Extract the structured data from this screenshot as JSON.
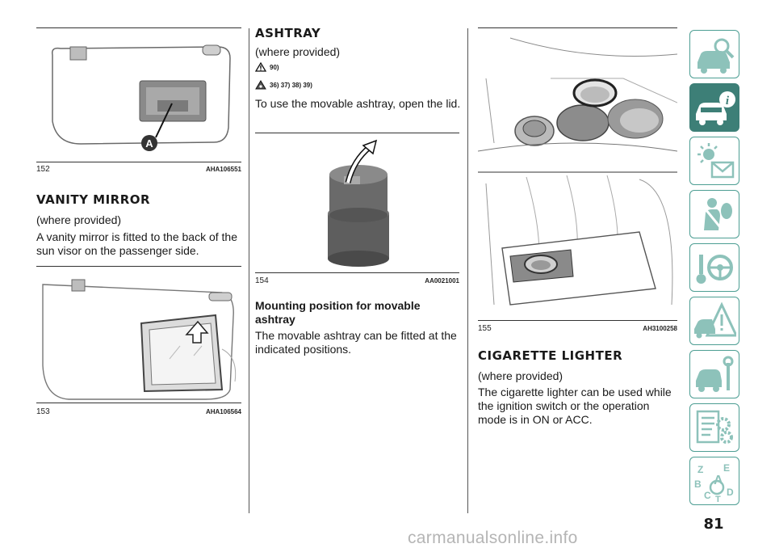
{
  "figures": {
    "f152": {
      "num": "152",
      "code": "AHA106551",
      "callout": "A"
    },
    "f153": {
      "num": "153",
      "code": "AHA106564"
    },
    "f154": {
      "num": "154",
      "code": "AA0021001"
    },
    "f155": {
      "num": "155",
      "code": "AH3100258"
    }
  },
  "vanity": {
    "heading": "VANITY MIRROR",
    "where": "(where provided)",
    "text": "A vanity mirror is fitted to the back of the sun visor on the passenger side."
  },
  "ashtray": {
    "heading": "ASHTRAY",
    "where": "(where provided)",
    "warn1": "90)",
    "warn2": "36) 37) 38) 39)",
    "text": "To use the movable ashtray, open the lid.",
    "mount_heading": "Mounting position for movable ashtray",
    "mount_text": "The movable ashtray can be fitted at the indicated positions."
  },
  "lighter": {
    "heading": "CIGARETTE LIGHTER",
    "where": "(where provided)",
    "text": "The cigarette lighter can be used while the ignition switch or the operation mode is in ON or ACC."
  },
  "page_number": "81",
  "watermark": "carmanualsonline.info",
  "colors": {
    "tab_border": "#4d9e93",
    "tab_active": "#3d7f77",
    "icon": "#8dc2ba"
  },
  "side_tabs": [
    {
      "icon": "car-search-icon",
      "active": false
    },
    {
      "icon": "car-info-icon",
      "active": true
    },
    {
      "icon": "warning-light-envelope-icon",
      "active": false
    },
    {
      "icon": "seatbelt-airbag-icon",
      "active": false
    },
    {
      "icon": "key-steering-wheel-icon",
      "active": false
    },
    {
      "icon": "car-warning-triangle-icon",
      "active": false
    },
    {
      "icon": "car-wrench-icon",
      "active": false
    },
    {
      "icon": "list-gears-icon",
      "active": false
    },
    {
      "icon": "alphabet-index-icon",
      "active": false
    }
  ]
}
